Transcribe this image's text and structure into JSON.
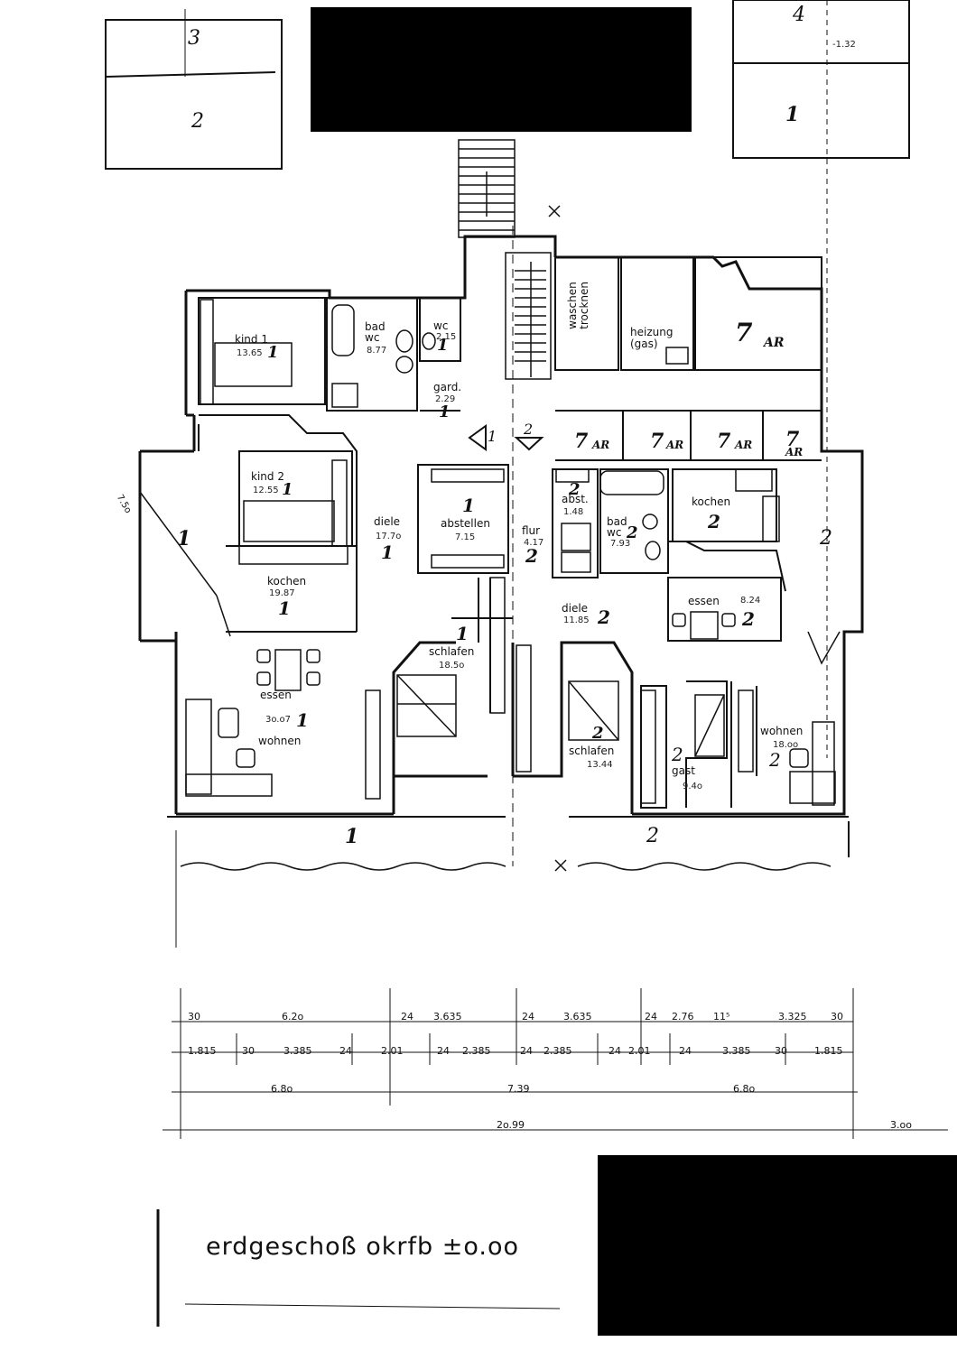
{
  "title": "erdgeschoß  okrfb  ±o.oo",
  "top_markers": {
    "left_upper": "3",
    "left_lower": "2",
    "right_upper": "4",
    "right_lower": "1",
    "right_level": "-1.32"
  },
  "rooms": {
    "kind1": {
      "name": "kind 1",
      "area": "13.65",
      "unit": "1"
    },
    "bad_left": {
      "name": "bad\nwc",
      "area": "8.77"
    },
    "wc_left": {
      "name": "wc",
      "area": "2.15",
      "unit": "1"
    },
    "gard": {
      "name": "gard.",
      "area": "2.29",
      "unit": "1"
    },
    "kind2": {
      "name": "kind 2",
      "area": "12.55",
      "unit": "1"
    },
    "diele_left": {
      "name": "diele",
      "area": "17.7o",
      "unit": "1"
    },
    "abstellen": {
      "name": "abstellen",
      "area": "7.15",
      "unit": "1"
    },
    "kochen_left": {
      "name": "kochen",
      "area": "19.87",
      "unit": "1"
    },
    "schlafen_left": {
      "name": "schlafen",
      "area": "18.5o",
      "unit": "1"
    },
    "essen_wohnen_left": {
      "name_essen": "essen",
      "name_wohnen": "wohnen",
      "area": "3o.o7",
      "unit": "1"
    },
    "waschen": {
      "name": "waschen\ntrocknen"
    },
    "heizung": {
      "name": "heizung\n(gas)"
    },
    "abst": {
      "name": "abst.",
      "area": "1.48",
      "unit": "2"
    },
    "flur": {
      "name": "flur",
      "area": "4.17",
      "unit": "2"
    },
    "bad_right": {
      "name": "bad\nwc",
      "area": "7.93",
      "unit": "2"
    },
    "kochen_right": {
      "name": "kochen",
      "unit": "2"
    },
    "essen_right": {
      "name": "essen",
      "area": "8.24",
      "unit": "2"
    },
    "diele_right": {
      "name": "diele",
      "area": "11.85",
      "unit": "2"
    },
    "schlafen_right": {
      "name": "schlafen",
      "area": "13.44",
      "unit": "2"
    },
    "gast": {
      "name": "gast",
      "area": "9.4o",
      "unit": "2"
    },
    "wohnen_right": {
      "name": "wohnen",
      "area": "18.oo",
      "unit": "2"
    }
  },
  "unit_marks": {
    "terrace_left": "1",
    "terrace_right": "2",
    "balcony_left": "1",
    "balcony_right": "2",
    "stair_1": "1",
    "stair_2": "2",
    "cellar_a": "7",
    "cellar_b": "7",
    "cellar_c": "7",
    "cellar_d": "7",
    "cellar_main": "7",
    "ar_1": "AR",
    "ar_2": "AR",
    "ar_3": "AR",
    "ar_4": "AR",
    "ar_5": "AR",
    "balcony_dim": "7.5o"
  },
  "dimensions": {
    "row1": [
      "30",
      "6.2o",
      "24",
      "3.635",
      "24",
      "3.635",
      "24",
      "2.76",
      "11⁵",
      "3.325",
      "30"
    ],
    "row2": [
      "1.815",
      "30",
      "3.385",
      "24",
      "2.01",
      "24",
      "2.385",
      "24",
      "2.385",
      "24",
      "2.01",
      "24",
      "3.385",
      "30",
      "1.815"
    ],
    "row3": [
      "6.8o",
      "7.39",
      "6.8o"
    ],
    "row4": [
      "2o.99",
      "3.oo"
    ]
  }
}
